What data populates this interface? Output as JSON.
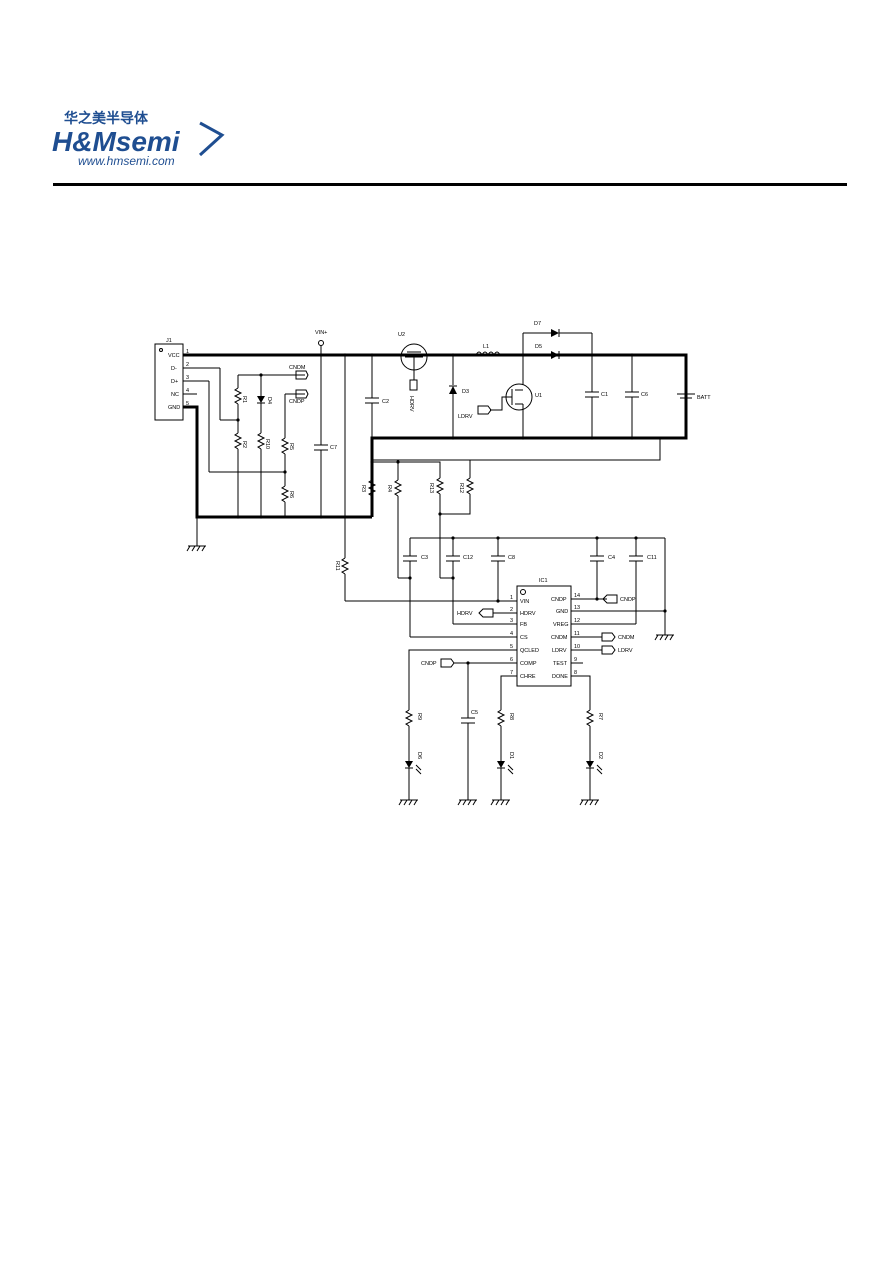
{
  "header": {
    "logo_cn": "华之美半导体",
    "logo_en": "H&Msemi",
    "logo_url": "www.hmsemi.com",
    "brand_color": "#1f4e91"
  },
  "schematic": {
    "connector": {
      "ref": "J1",
      "pins": [
        {
          "num": "1",
          "name": "VCC"
        },
        {
          "num": "2",
          "name": "D-"
        },
        {
          "num": "3",
          "name": "D+"
        },
        {
          "num": "4",
          "name": "NC"
        },
        {
          "num": "5",
          "name": "GND"
        }
      ]
    },
    "vin_label": "VIN+",
    "mosfet_u2": "U2",
    "mosfet_u2_net": "HDRV",
    "inductor": "L1",
    "d7": "D7",
    "d5": "D5",
    "d3": "D3",
    "mosfet_u1": "U1",
    "u1_net": "LDRV",
    "battery": "BATT",
    "caps_top": [
      "C2",
      "C7",
      "C1",
      "C6"
    ],
    "resistors_left": [
      "R1",
      "R2",
      "R10",
      "R5",
      "R6"
    ],
    "d4": "D4",
    "net_cndm": "CNDM",
    "net_cndp": "CNDP",
    "resistors_mid": [
      "R3",
      "R4",
      "R13",
      "R12",
      "R11"
    ],
    "caps_mid": [
      "C3",
      "C12",
      "C8",
      "C4",
      "C11",
      "C5"
    ],
    "ic": {
      "ref": "IC1",
      "left_pins": [
        {
          "num": "1",
          "name": "VIN"
        },
        {
          "num": "2",
          "name": "HDRV"
        },
        {
          "num": "3",
          "name": "FB"
        },
        {
          "num": "4",
          "name": "CS"
        },
        {
          "num": "5",
          "name": "QCLED"
        },
        {
          "num": "6",
          "name": "COMP"
        },
        {
          "num": "7",
          "name": "CHRE"
        }
      ],
      "right_pins": [
        {
          "num": "14",
          "name": "CNDP"
        },
        {
          "num": "13",
          "name": "GND"
        },
        {
          "num": "12",
          "name": "VREG"
        },
        {
          "num": "11",
          "name": "CNDM"
        },
        {
          "num": "10",
          "name": "LDRV"
        },
        {
          "num": "9",
          "name": "TEST"
        },
        {
          "num": "8",
          "name": "DONE"
        }
      ]
    },
    "net_hdrv": "HDRV",
    "net_cndp_ic": "CNDP",
    "net_cndm_ic": "CNDM",
    "net_ldrv_ic": "LDRV",
    "net_cndp_comp": "CNDP",
    "bottom_resistors": [
      "R8",
      "R9",
      "R7"
    ],
    "leds": [
      "D6",
      "D1",
      "D2"
    ]
  }
}
